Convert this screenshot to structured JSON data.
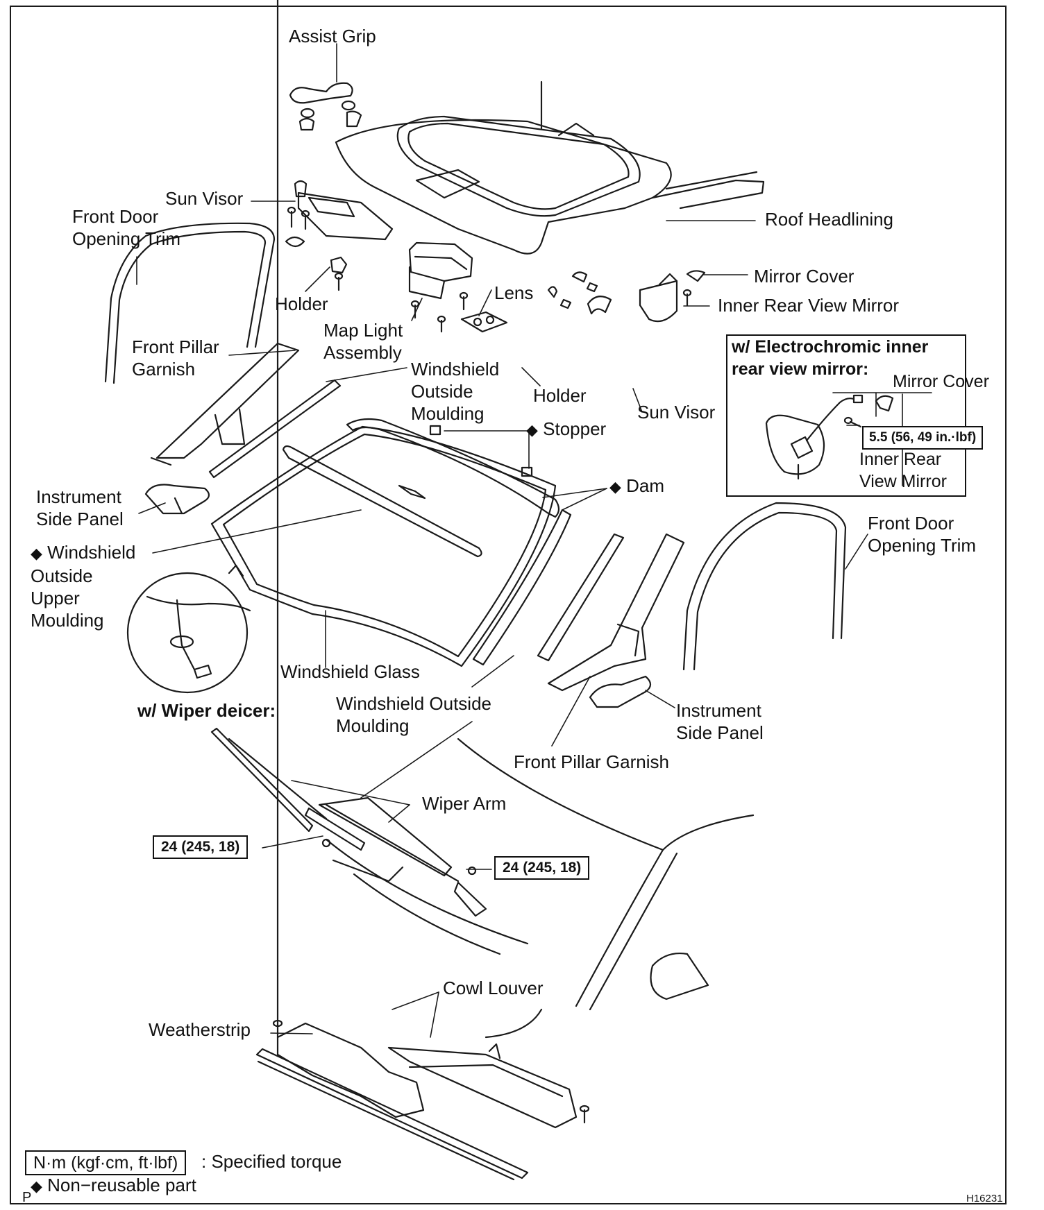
{
  "figure_id": "H16231",
  "labels": {
    "assist_grip": "Assist Grip",
    "sun_visor_left": "Sun Visor",
    "front_door_opening_trim_left": "Front Door\nOpening Trim",
    "roof_headlining": "Roof Headlining",
    "mirror_cover": "Mirror Cover",
    "inner_rear_view_mirror": "Inner Rear View Mirror",
    "holder_left": "Holder",
    "lens": "Lens",
    "map_light_assembly": "Map Light\nAssembly",
    "front_pillar_garnish_left": "Front Pillar\nGarnish",
    "windshield_outside_moulding_upper": "Windshield\nOutside\nMoulding",
    "holder_right": "Holder",
    "sun_visor_right": "Sun Visor",
    "stopper": "Stopper",
    "instrument_side_panel_left": "Instrument\nSide Panel",
    "dam": "Dam",
    "windshield_outside_upper_moulding": "Windshield\nOutside\nUpper\nMoulding",
    "front_door_opening_trim_right": "Front Door\nOpening Trim",
    "windshield_glass": "Windshield Glass",
    "wiper_deicer": "w/ Wiper deicer:",
    "windshield_outside_moulding_lower": "Windshield Outside\nMoulding",
    "instrument_side_panel_right": "Instrument\nSide Panel",
    "front_pillar_garnish_right": "Front Pillar Garnish",
    "wiper_arm": "Wiper Arm",
    "cowl_louver": "Cowl Louver",
    "weatherstrip": "Weatherstrip"
  },
  "inset": {
    "title": "w/ Electrochromic inner\nrear view mirror:",
    "mirror_cover": "Mirror Cover",
    "torque": "5.5 (56, 49 in.·lbf)",
    "inner_rear_view_mirror": "Inner Rear\nView Mirror"
  },
  "torques": {
    "wiper_left": "24 (245, 18)",
    "wiper_right": "24 (245, 18)"
  },
  "legend": {
    "torque_unit": "N·m (kgf·cm, ft·lbf)",
    "torque_desc": ": Specified torque",
    "non_reusable": "Non−reusable part",
    "corner_mark": "P"
  },
  "symbols": {
    "non_reusable_symbol": "◆"
  }
}
